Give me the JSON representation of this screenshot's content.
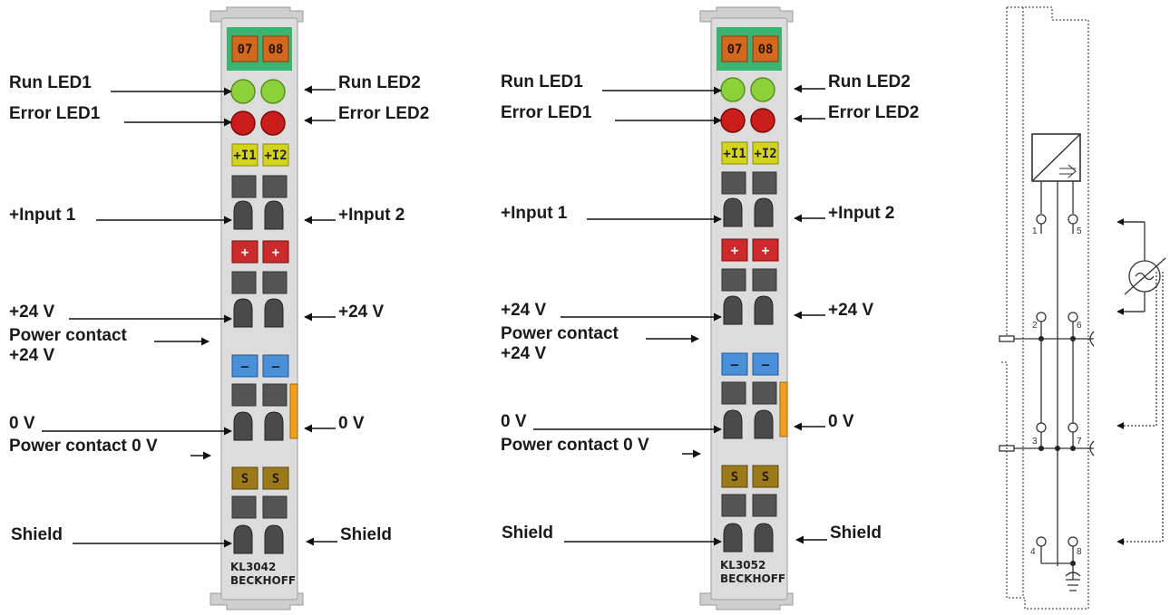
{
  "modules": [
    {
      "id": "KL3042",
      "top_numbers": [
        "07",
        "08"
      ],
      "input_labels": [
        "+I1",
        "+I2"
      ],
      "plus_symbols": [
        "+",
        "+"
      ],
      "minus_symbols": [
        "–",
        "–"
      ],
      "shield_symbols": [
        "S",
        "S"
      ],
      "model": "KL3042",
      "brand": "BECKHOFF",
      "left_labels": [
        "Run LED1",
        "Error LED1",
        "+Input 1",
        "+24 V",
        "Power contact",
        "+24 V",
        "0 V",
        "Power contact 0 V",
        "Shield"
      ],
      "right_labels": [
        "Run LED2",
        "Error LED2",
        "+Input 2",
        "+24 V",
        "0 V",
        "Shield"
      ]
    },
    {
      "id": "KL3052",
      "top_numbers": [
        "07",
        "08"
      ],
      "input_labels": [
        "+I1",
        "+I2"
      ],
      "plus_symbols": [
        "+",
        "+"
      ],
      "minus_symbols": [
        "–",
        "–"
      ],
      "shield_symbols": [
        "S",
        "S"
      ],
      "model": "KL3052",
      "brand": "BECKHOFF",
      "left_labels": [
        "Run LED1",
        "Error LED1",
        "+Input 1",
        "+24 V",
        "Power contact",
        "+24 V",
        "0 V",
        "Power contact 0 V",
        "Shield"
      ],
      "right_labels": [
        "Run LED2",
        "Error LED2",
        "+Input 2",
        "+24 V",
        "0 V",
        "Shield"
      ]
    }
  ],
  "schematic": {
    "terminal_numbers": [
      "1",
      "5",
      "2",
      "6",
      "3",
      "7",
      "4",
      "8"
    ]
  },
  "colors": {
    "housing": "#dcdcdc",
    "top_strip": "#3cb371",
    "number_badge": "#d2691e",
    "run_led": "#8bd13a",
    "error_led": "#cc1d1d",
    "input_badge": "#d4d41c",
    "plus_badge": "#cc2b2b",
    "minus_badge": "#4a90d9",
    "shield_badge": "#9c7a1c",
    "power_contact": "#f0a020"
  }
}
